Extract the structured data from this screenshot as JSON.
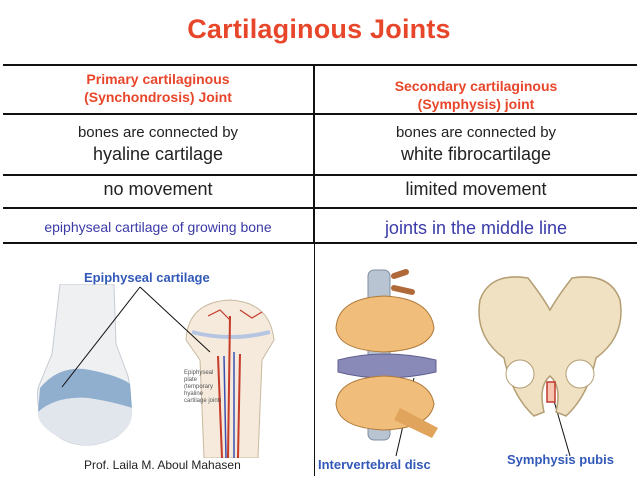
{
  "title": "Cartilaginous  Joints",
  "table": {
    "left_header_line1": "Primary cartilaginous",
    "left_header_line2": "(Synchondrosis) Joint",
    "right_header_line1": "Secondary cartilaginous",
    "right_header_line2": "(Symphysis) joint",
    "left_connect_line1": "bones are connected by",
    "left_connect_line2": "hyaline cartilage",
    "right_connect_line1": "bones are connected by",
    "right_connect_line2": "white fibrocartilage",
    "left_movement": "no movement",
    "right_movement": "limited movement",
    "left_example": "epiphyseal cartilage of growing bone",
    "right_example": "joints in the middle line"
  },
  "figures": {
    "epiphyseal_caption": "Epiphyseal cartilage",
    "intervertebral_caption": "Intervertebral disc",
    "symphysis_caption": "Symphysis pubis",
    "femur_inset_labels": [
      "Epiphyseal",
      "plate",
      "(temporary",
      "hyaline",
      "cartilage joint)"
    ]
  },
  "credit": "Prof. Laila M. Aboul Mahasen",
  "colors": {
    "title": "#e8462a",
    "header": "#e8462a",
    "example_text": "#3a3aa8",
    "caption": "#3359b8",
    "cartilage_blue": "#7fa3c8",
    "bone": "#f1e3bf",
    "disc": "#8a8ab8"
  }
}
